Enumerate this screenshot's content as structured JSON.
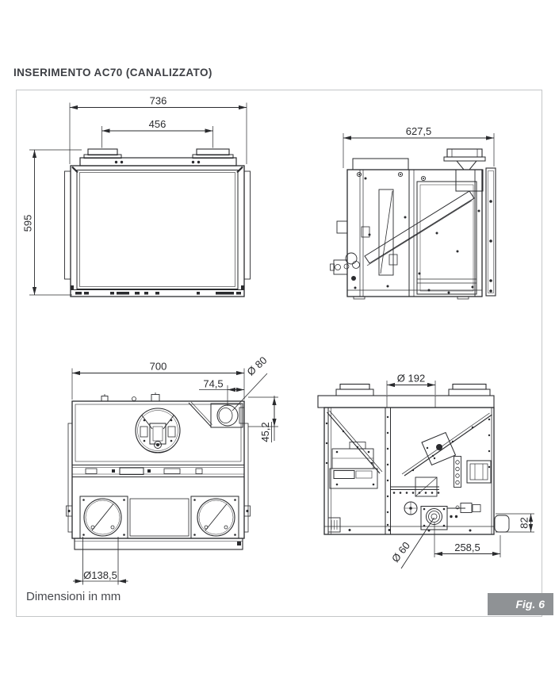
{
  "title": "INSERIMENTO AC70 (CANALIZZATO)",
  "footer": {
    "units_note": "Dimensioni in mm",
    "figure_badge": "Fig. 6"
  },
  "colors": {
    "line": "#2a2b2e",
    "frame_border": "#c4c6c8",
    "badge_bg": "#8f9295",
    "badge_text": "#ffffff",
    "title_text": "#3d3f44"
  },
  "views": {
    "front": {
      "dims": {
        "overall_width": "736",
        "duct_center_distance": "456",
        "overall_height": "595"
      }
    },
    "side": {
      "dims": {
        "overall_depth": "627,5"
      }
    },
    "rear": {
      "dims": {
        "overall_width": "700",
        "duct_offset_x": "74,5",
        "duct_diameter": "Ø 80",
        "duct_offset_y": "45,2",
        "fan_diameter": "Ø138,5"
      }
    },
    "section": {
      "dims": {
        "top_duct_diameter": "Ø 192",
        "smoke_outlet_diameter": "Ø 60",
        "outlet_offset_x": "258,5",
        "outlet_offset_y": "82"
      }
    }
  }
}
